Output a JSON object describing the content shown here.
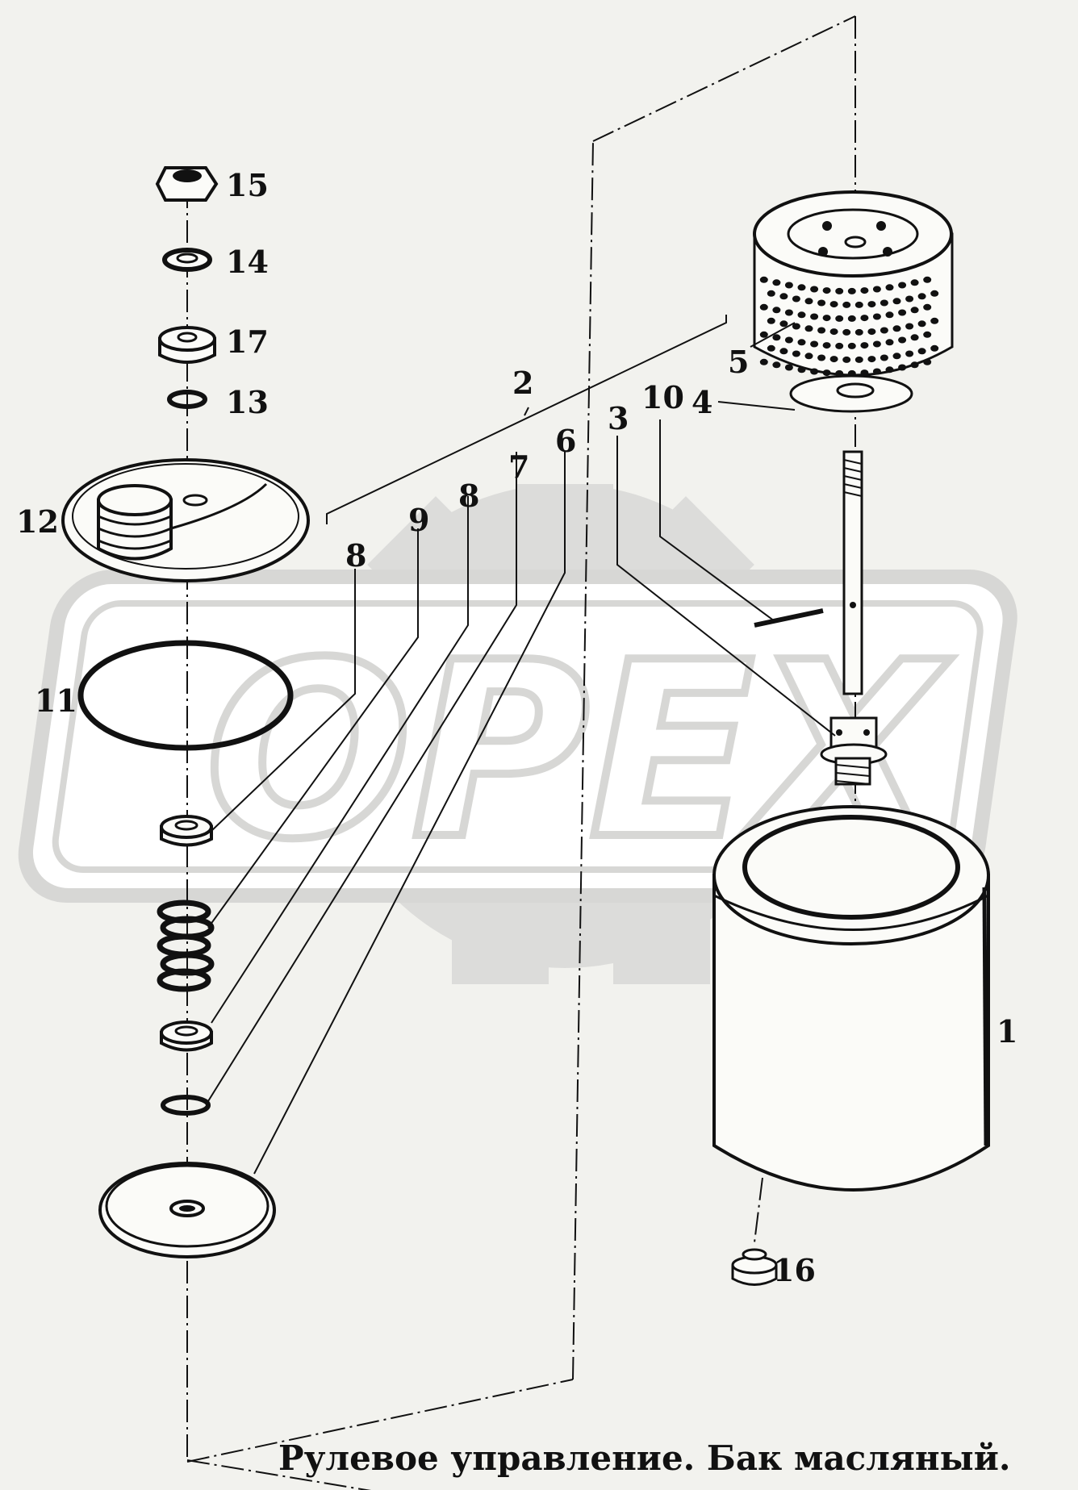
{
  "title": "Рулевое управление. Бак масляный.",
  "watermark": "OPEX",
  "colors": {
    "ink": "#111111",
    "paper": "#f2f2ee",
    "watermark": "#d7d7d5"
  },
  "callouts": {
    "n1": "1",
    "n2": "2",
    "n3": "3",
    "n4": "4",
    "n5": "5",
    "n6": "6",
    "n7": "7",
    "n8a": "8",
    "n8b": "8",
    "n9": "9",
    "n10": "10",
    "n11": "11",
    "n12": "12",
    "n13": "13",
    "n14": "14",
    "n15": "15",
    "n16": "16",
    "n17": "17"
  }
}
